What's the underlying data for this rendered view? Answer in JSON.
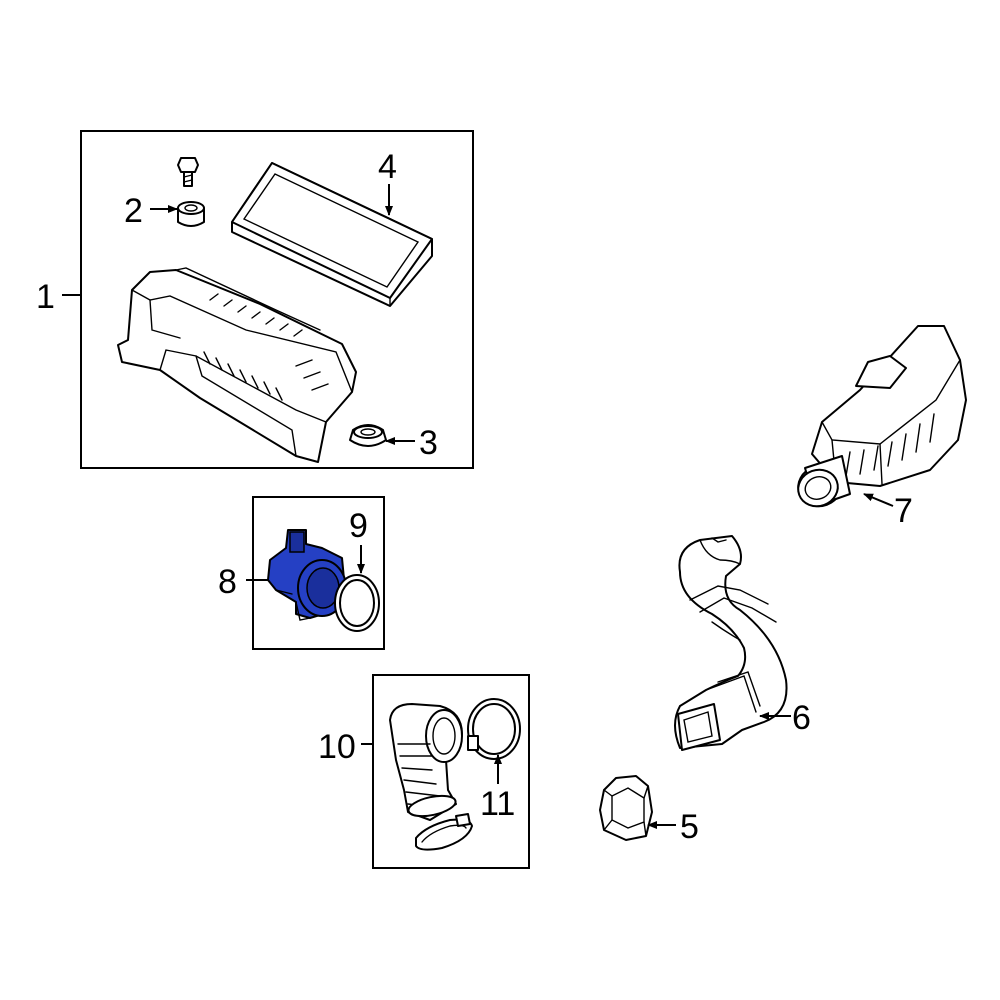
{
  "diagram": {
    "highlight_color": "#2540c4",
    "callouts": [
      {
        "id": "1",
        "label": "1"
      },
      {
        "id": "2",
        "label": "2"
      },
      {
        "id": "3",
        "label": "3"
      },
      {
        "id": "4",
        "label": "4"
      },
      {
        "id": "5",
        "label": "5"
      },
      {
        "id": "6",
        "label": "6"
      },
      {
        "id": "7",
        "label": "7"
      },
      {
        "id": "8",
        "label": "8"
      },
      {
        "id": "9",
        "label": "9"
      },
      {
        "id": "10",
        "label": "10"
      },
      {
        "id": "11",
        "label": "11"
      }
    ]
  }
}
